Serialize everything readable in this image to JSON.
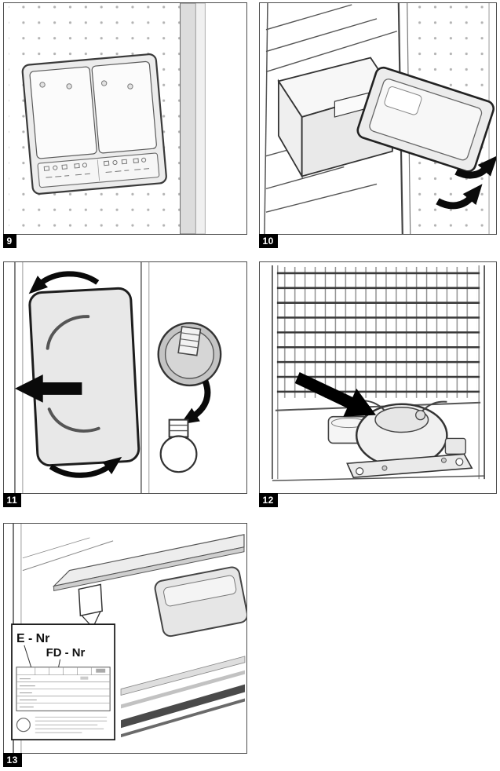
{
  "figures": [
    {
      "number": "9"
    },
    {
      "number": "10"
    },
    {
      "number": "11"
    },
    {
      "number": "12"
    },
    {
      "number": "13"
    }
  ],
  "figure13": {
    "e_number_label": "E - Nr",
    "fd_number_label": "FD - Nr"
  },
  "colors": {
    "panel_border": "#4d4d4d",
    "badge_background": "#000000",
    "badge_text": "#ffffff",
    "line_dark": "#1d1d1d",
    "fill_light": "#ececec",
    "dot_gray": "#b3b3b3",
    "arrow_black": "#0a0a0a"
  }
}
